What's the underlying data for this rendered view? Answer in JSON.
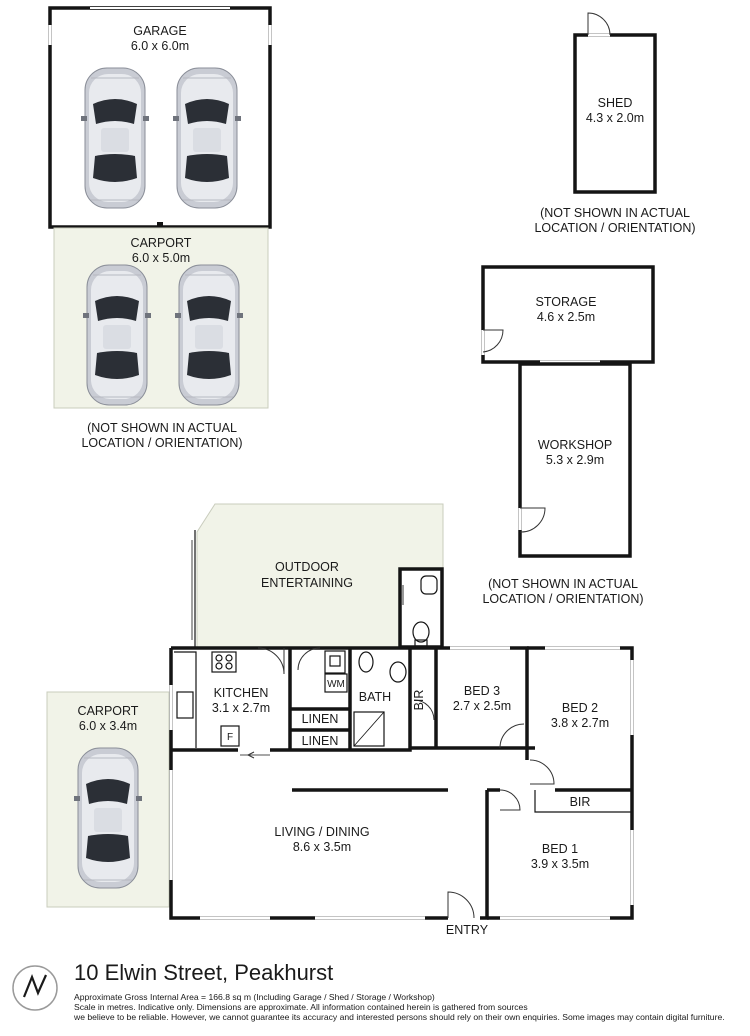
{
  "rooms": {
    "garage": {
      "name": "GARAGE",
      "dims": "6.0 x 6.0m"
    },
    "carport_top": {
      "name": "CARPORT",
      "dims": "6.0 x 5.0m"
    },
    "shed": {
      "name": "SHED",
      "dims": "4.3 x 2.0m"
    },
    "storage": {
      "name": "STORAGE",
      "dims": "4.6 x 2.5m"
    },
    "workshop": {
      "name": "WORKSHOP",
      "dims": "5.3 x 2.9m"
    },
    "outdoor": {
      "name_line1": "OUTDOOR",
      "name_line2": "ENTERTAINING"
    },
    "kitchen": {
      "name": "KITCHEN",
      "dims": "3.1 x 2.7m",
      "fridge": "F"
    },
    "laundry": {
      "wm": "WM"
    },
    "linen1": "LINEN",
    "linen2": "LINEN",
    "bath": "BATH",
    "bir_bed3": "BIR",
    "bed3": {
      "name": "BED 3",
      "dims": "2.7 x 2.5m"
    },
    "bed2": {
      "name": "BED 2",
      "dims": "3.8 x 2.7m"
    },
    "bir_bed1": "BIR",
    "bed1": {
      "name": "BED 1",
      "dims": "3.9 x 3.5m"
    },
    "carport_side": {
      "name": "CARPORT",
      "dims": "6.0 x 3.4m"
    },
    "living": {
      "name": "LIVING / DINING",
      "dims": "8.6 x 3.5m"
    },
    "entry": "ENTRY"
  },
  "notes": {
    "line1": "(NOT SHOWN IN ACTUAL",
    "line2": "LOCATION / ORIENTATION)"
  },
  "footer": {
    "address": "10 Elwin Street, Peakhurst",
    "disclaimer1": "Approximate Gross Internal Area = 166.8 sq m (Including Garage / Shed / Storage / Workshop)",
    "disclaimer2": "Scale in metres. Indicative only. Dimensions are approximate. All information contained herein is gathered from sources",
    "disclaimer3": "we believe to be reliable. However, we cannot guarantee its accuracy and interested persons should rely on their own enquiries. Some images may contain digital furniture."
  }
}
